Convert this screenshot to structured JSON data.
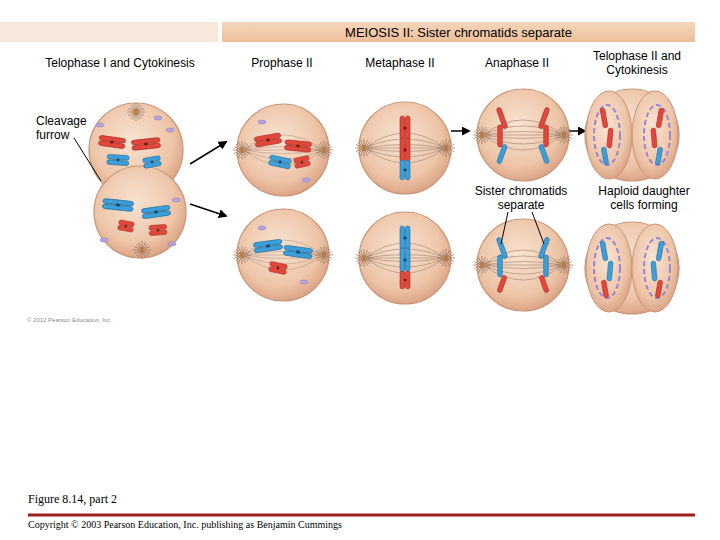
{
  "diagram": {
    "caption": "Figure 8.14, part 2",
    "nodes": [
      {
        "text": [
          "MEIOSIS II: Sister chromatids separate"
        ]
      }
    ],
    "labels": [
      "Telophase I and Cytokinesis",
      "Prophase II",
      "Metaphase II",
      "Anaphase II",
      "Telophase II and Cytokinesis",
      "Cleavage furrow",
      "Sister chromatids separate",
      "Haploid daughter cells forming",
      "© 2012 Pearson Education, Inc.",
      "Copyright © 2003 Pearson Education, Inc. publishing as Benjamin Cummings"
    ]
  }
}
